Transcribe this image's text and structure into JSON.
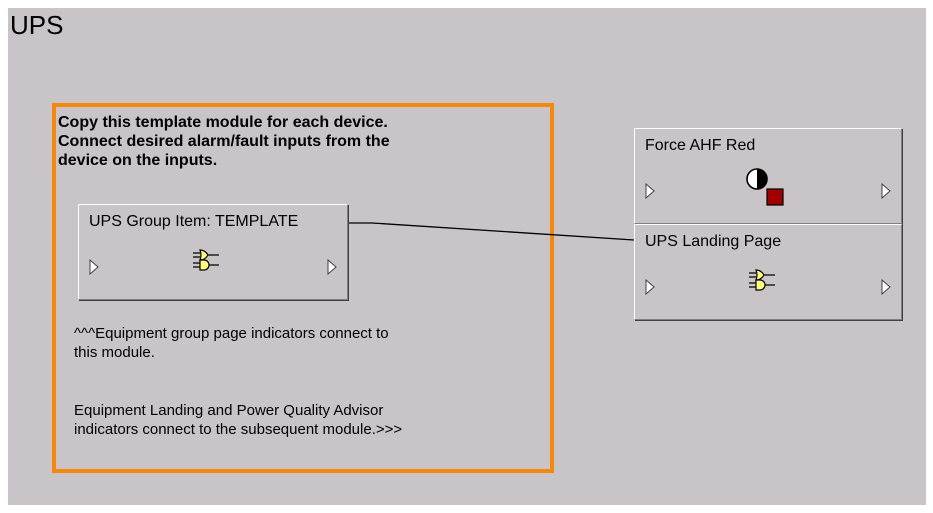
{
  "page": {
    "title": "UPS"
  },
  "instructions": {
    "lines": [
      "Copy this template module for each device.",
      "Connect desired alarm/fault inputs from the",
      "device on the inputs."
    ]
  },
  "modules": {
    "group_item": {
      "label": "UPS Group Item: TEMPLATE",
      "icon": "logic-gates-icon"
    },
    "force_ahf": {
      "label": "Force AHF Red",
      "icon": "half-circle-indicator-icon"
    },
    "landing_page": {
      "label": "UPS Landing Page",
      "icon": "logic-gates-icon"
    }
  },
  "notes": {
    "group_page": [
      "^^^Equipment group page indicators connect to",
      "this module."
    ],
    "landing": [
      "Equipment Landing and Power Quality Advisor",
      "indicators connect to the subsequent module.>>>"
    ]
  },
  "colors": {
    "canvas": "#c8c4c8",
    "template_border": "#f4880c",
    "gate_fill": "#ffff80",
    "indicator_red": "#a00000"
  }
}
